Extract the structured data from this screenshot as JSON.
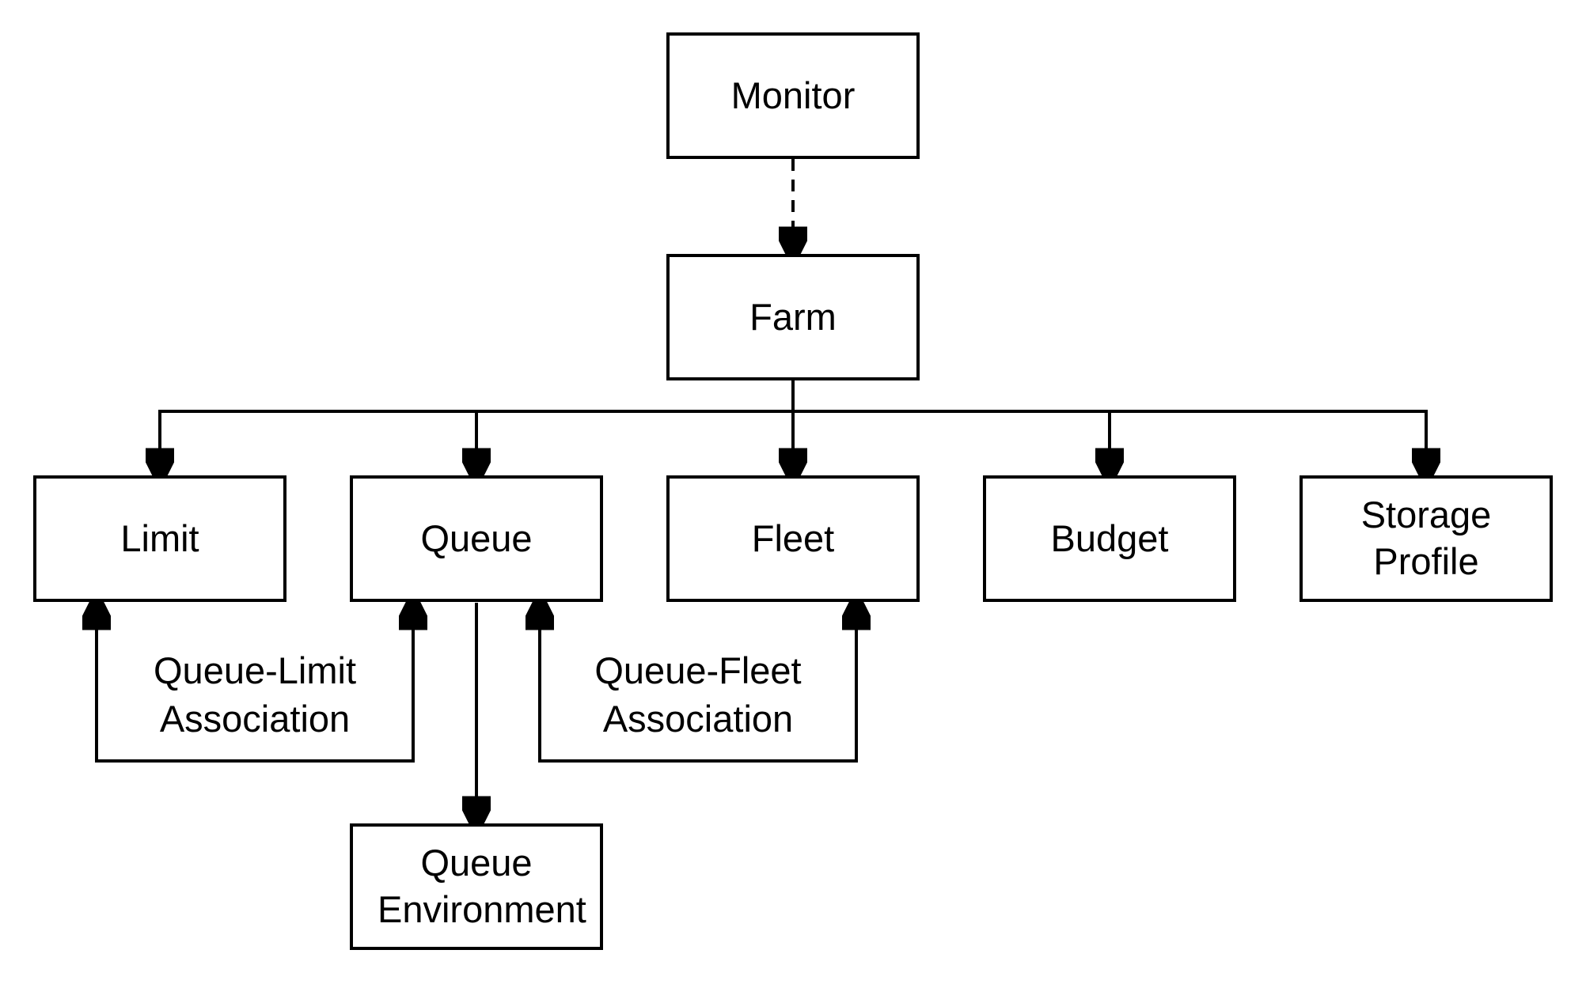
{
  "nodes": {
    "monitor": {
      "label": "Monitor"
    },
    "farm": {
      "label": "Farm"
    },
    "limit": {
      "label": "Limit"
    },
    "queue": {
      "label": "Queue"
    },
    "fleet": {
      "label": "Fleet"
    },
    "budget": {
      "label": "Budget"
    },
    "storage_profile": {
      "label": "Storage Profile"
    },
    "queue_environment": {
      "label": "Queue Environment"
    }
  },
  "edge_labels": {
    "queue_limit": "Queue-Limit Association",
    "queue_fleet": "Queue-Fleet Association"
  },
  "edges": [
    {
      "from": "monitor",
      "to": "farm",
      "style": "dashed-arrow"
    },
    {
      "from": "farm",
      "to": "limit",
      "style": "solid-arrow"
    },
    {
      "from": "farm",
      "to": "queue",
      "style": "solid-arrow"
    },
    {
      "from": "farm",
      "to": "fleet",
      "style": "solid-arrow"
    },
    {
      "from": "farm",
      "to": "budget",
      "style": "solid-arrow"
    },
    {
      "from": "farm",
      "to": "storage_profile",
      "style": "solid-arrow"
    },
    {
      "from": "queue_limit_association",
      "to": "limit",
      "style": "solid-arrow"
    },
    {
      "from": "queue_limit_association",
      "to": "queue",
      "style": "solid-arrow"
    },
    {
      "from": "queue_fleet_association",
      "to": "queue",
      "style": "solid-arrow"
    },
    {
      "from": "queue_fleet_association",
      "to": "fleet",
      "style": "solid-arrow"
    },
    {
      "from": "queue",
      "to": "queue_environment",
      "style": "solid-arrow"
    }
  ],
  "colors": {
    "stroke": "#000000",
    "node_fill": "#ffffff",
    "background": "#ffffff",
    "text": "#000000"
  }
}
